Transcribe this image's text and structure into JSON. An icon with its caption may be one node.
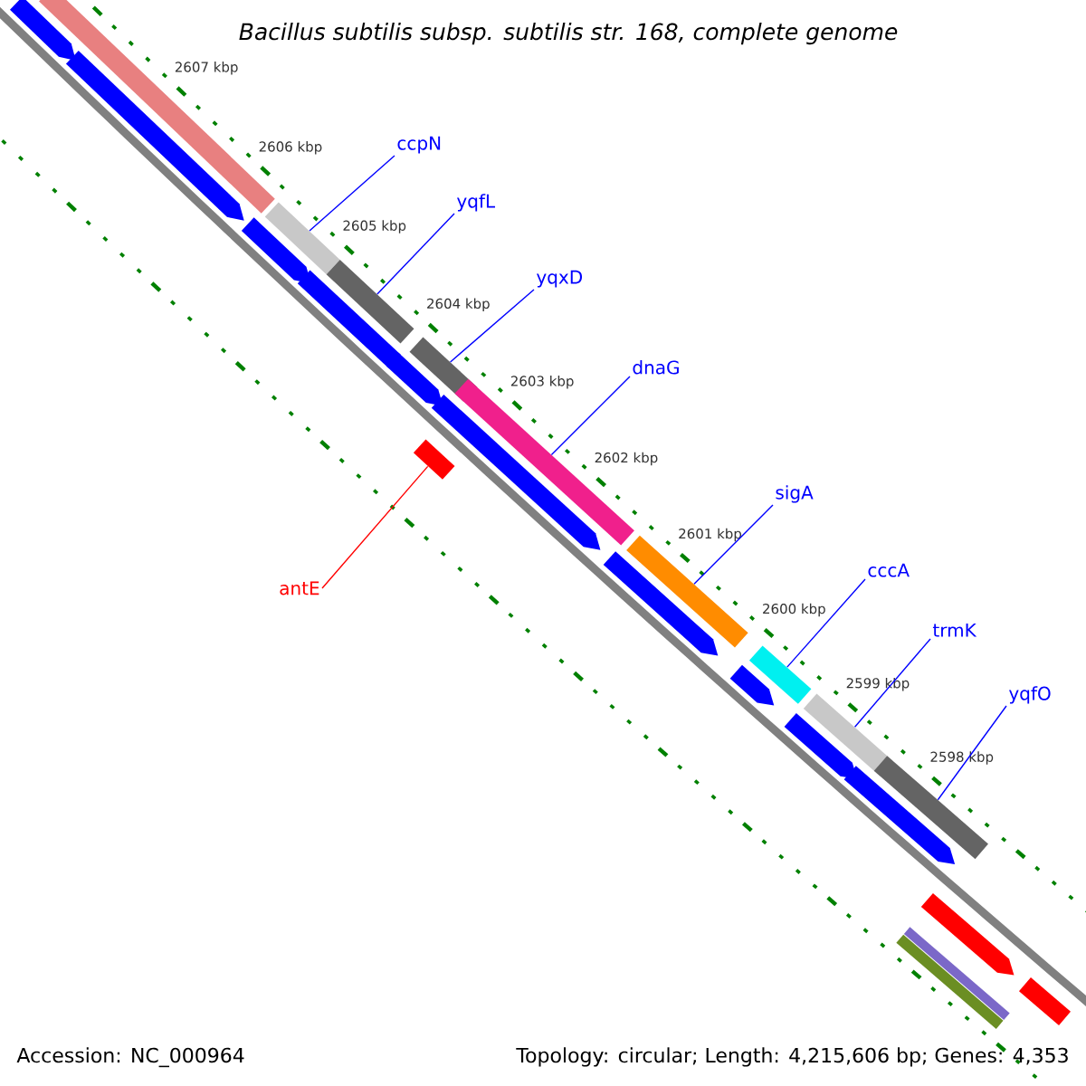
{
  "diagram": {
    "title": "Bacillus subtilis subsp. subtilis str. 168, complete genome",
    "nodes": [
      {
        "text": [
          "ccpN"
        ]
      },
      {
        "text": [
          "yqfL"
        ]
      },
      {
        "text": [
          "yqxD"
        ]
      },
      {
        "text": [
          "dnaG"
        ]
      },
      {
        "text": [
          "sigA"
        ]
      },
      {
        "text": [
          "cccA"
        ]
      },
      {
        "text": [
          "trmK"
        ]
      },
      {
        "text": [
          "yqfO"
        ]
      },
      {
        "text": [
          "antE"
        ]
      },
      {
        "text": [],
        "shape": "bar"
      },
      {
        "text": [],
        "shape": "bar"
      },
      {
        "text": [],
        "shape": "bar"
      },
      {
        "text": [],
        "shape": "bar"
      },
      {
        "text": [],
        "shape": "bar"
      },
      {
        "text": [],
        "shape": "bar"
      },
      {
        "text": [],
        "shape": "bar"
      },
      {
        "text": [],
        "shape": "bar"
      },
      {
        "text": [],
        "shape": "bar"
      },
      {
        "text": [],
        "shape": "bar"
      },
      {
        "text": [],
        "shape": "bar"
      },
      {
        "text": [],
        "shape": "bar"
      },
      {
        "text": [],
        "shape": "bar"
      },
      {
        "text": [],
        "shape": "bar"
      },
      {
        "text": [],
        "shape": "bar"
      },
      {
        "text": [],
        "shape": "bar"
      },
      {
        "text": [],
        "shape": "bar"
      },
      {
        "text": [],
        "shape": "bar"
      },
      {
        "text": [],
        "shape": "bar"
      },
      {
        "text": [],
        "shape": "bar"
      },
      {
        "text": [],
        "shape": "bar"
      },
      {
        "text": [],
        "shape": "bar"
      },
      {
        "text": [],
        "shape": "bar"
      },
      {
        "text": [],
        "shape": "bar"
      }
    ],
    "edges": [
      {
        "from": 0,
        "to": 9,
        "arrow": "none"
      },
      {
        "from": 1,
        "to": 10,
        "arrow": "none"
      },
      {
        "from": 2,
        "to": 11,
        "arrow": "none"
      },
      {
        "from": 3,
        "to": 13,
        "arrow": "none"
      },
      {
        "from": 4,
        "to": 14,
        "arrow": "none"
      },
      {
        "from": 5,
        "to": 15,
        "arrow": "none"
      },
      {
        "from": 6,
        "to": 16,
        "arrow": "none"
      },
      {
        "from": 7,
        "to": 17,
        "arrow": "none"
      },
      {
        "from": 8,
        "to": 12,
        "arrow": "none",
        "color": "#ff0000"
      }
    ],
    "labels": [
      "2607 kbp",
      "2606 kbp",
      "2605 kbp",
      "2604 kbp",
      "2603 kbp",
      "2602 kbp",
      "2601 kbp",
      "2600 kbp",
      "2599 kbp",
      "2598 kbp",
      "Accession: NC_000964",
      "Topology: circular; Length: 4,215,606 bp; Genes: 4,353"
    ]
  }
}
